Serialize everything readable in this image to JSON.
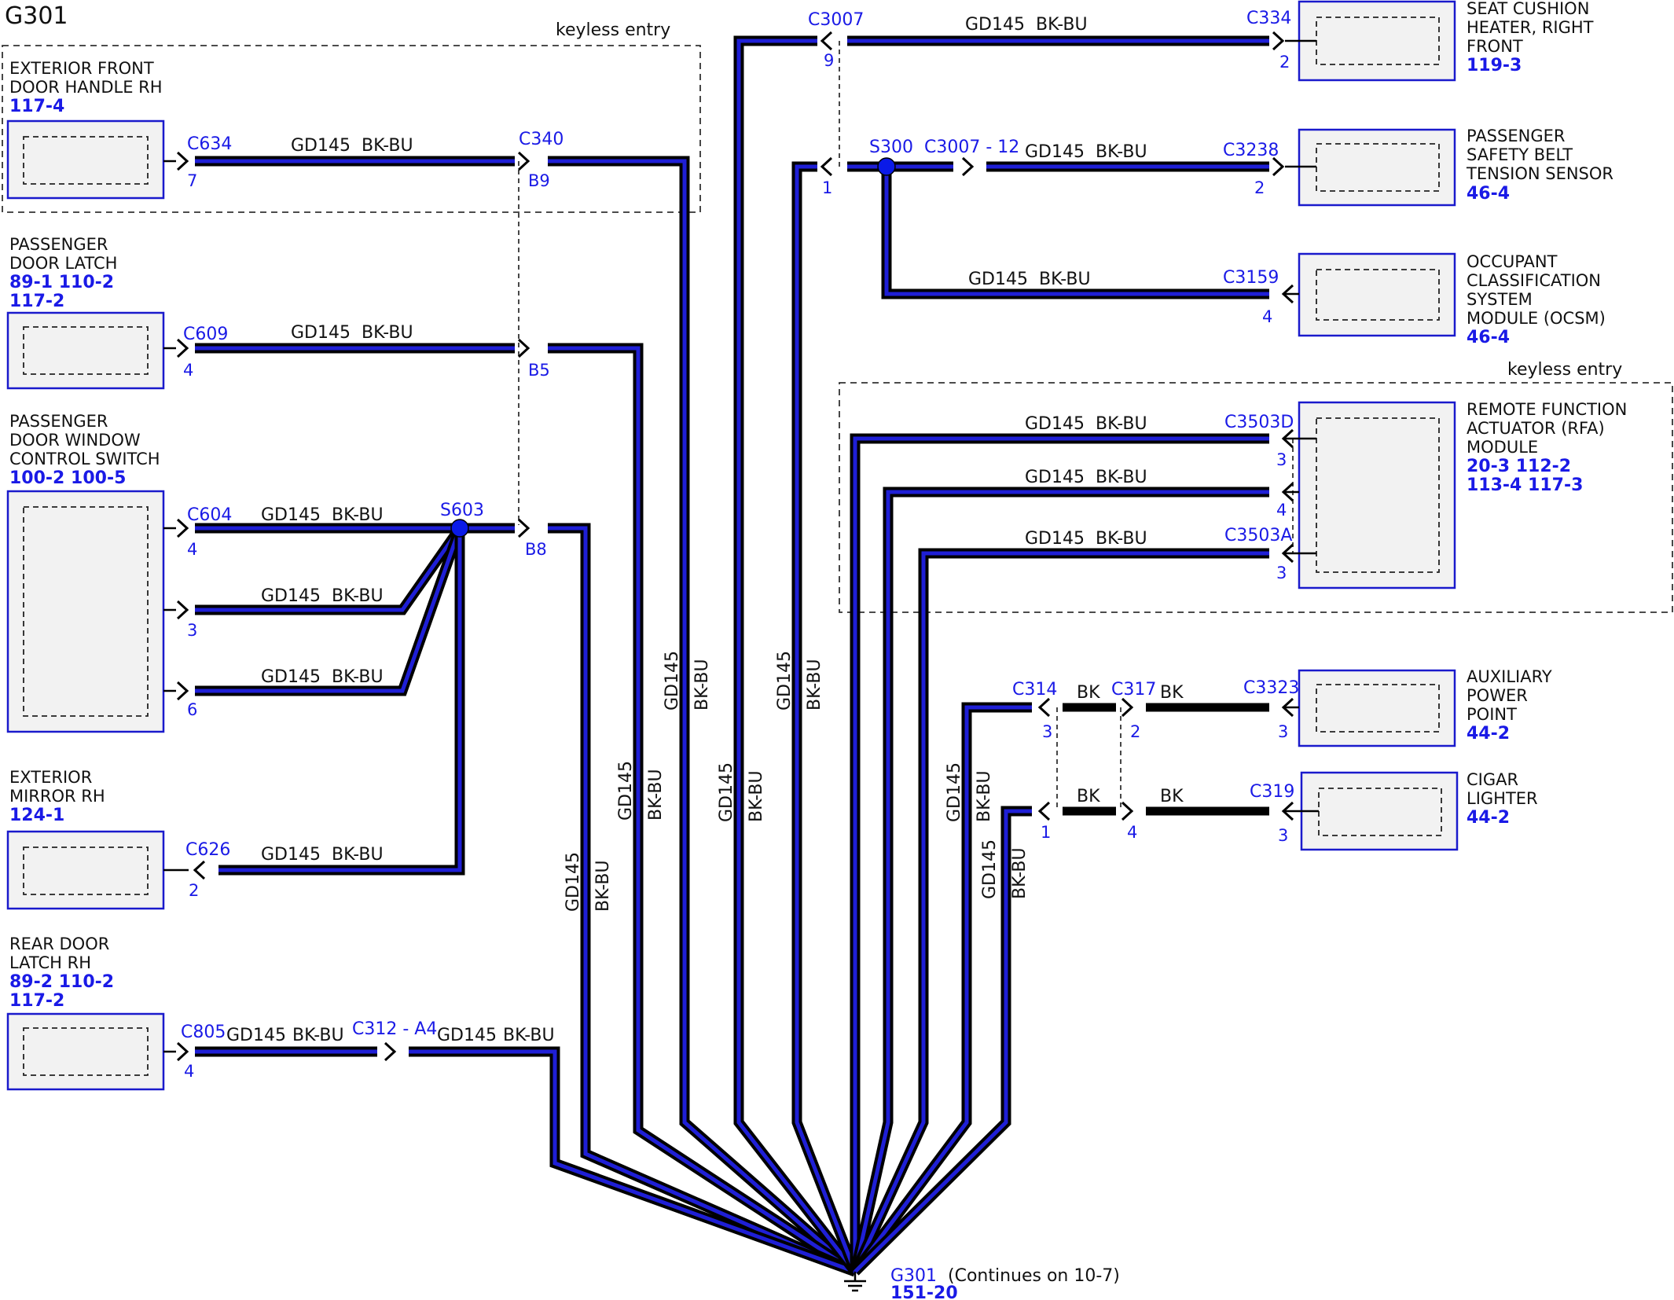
{
  "title": "G301",
  "regions": {
    "keyless1": "keyless entry",
    "keyless2": "keyless entry"
  },
  "wire": {
    "code": "GD145",
    "color": "BK-BU",
    "bk": "BK"
  },
  "components": {
    "ext_handle": {
      "name": [
        "EXTERIOR FRONT",
        "DOOR HANDLE RH"
      ],
      "refs": [
        "117-4"
      ]
    },
    "pass_latch": {
      "name": [
        "PASSENGER",
        "DOOR LATCH"
      ],
      "refs": [
        "89-1  110-2",
        "117-2"
      ]
    },
    "window_sw": {
      "name": [
        "PASSENGER",
        "DOOR WINDOW",
        "CONTROL SWITCH"
      ],
      "refs": [
        "100-2 100-5"
      ]
    },
    "mirror": {
      "name": [
        "EXTERIOR",
        "MIRROR RH"
      ],
      "refs": [
        "124-1"
      ]
    },
    "rear_latch": {
      "name": [
        "REAR DOOR",
        "LATCH RH"
      ],
      "refs": [
        "89-2  110-2",
        "117-2"
      ]
    },
    "seat_heater": {
      "name": [
        "SEAT CUSHION",
        "HEATER, RIGHT",
        "FRONT"
      ],
      "refs": [
        "119-3"
      ]
    },
    "belt_sensor": {
      "name": [
        "PASSENGER",
        "SAFETY BELT",
        "TENSION SENSOR"
      ],
      "refs": [
        "46-4"
      ]
    },
    "ocsm": {
      "name": [
        "OCCUPANT",
        "CLASSIFICATION",
        "SYSTEM",
        "MODULE (OCSM)"
      ],
      "refs": [
        "46-4"
      ]
    },
    "rfa": {
      "name": [
        "REMOTE FUNCTION",
        "ACTUATOR (RFA)",
        "MODULE"
      ],
      "refs": [
        "20-3   112-2",
        "113-4 117-3"
      ]
    },
    "aux_power": {
      "name": [
        "AUXILIARY",
        "POWER",
        "POINT"
      ],
      "refs": [
        "44-2"
      ]
    },
    "cigar": {
      "name": [
        "CIGAR",
        "LIGHTER"
      ],
      "refs": [
        "44-2"
      ]
    }
  },
  "connectors": {
    "c634": "C634",
    "c340": "C340",
    "c609": "C609",
    "c604": "C604",
    "c626": "C626",
    "c805": "C805",
    "c312": "C312 - A4",
    "c3007": "C3007",
    "c3007_12": "C3007 - 12",
    "c334": "C334",
    "c3238": "C3238",
    "c3159": "C3159",
    "c3503d": "C3503D",
    "c3503a": "C3503A",
    "c314": "C314",
    "c317": "C317",
    "c3323": "C3323",
    "c319": "C319"
  },
  "splices": {
    "s603": "S603",
    "s300": "S300"
  },
  "pins": {
    "c634": "7",
    "c340_a": "B9",
    "c340_b": "B5",
    "c340_c": "B8",
    "c609": "4",
    "c604_4": "4",
    "c604_3": "3",
    "c604_6": "6",
    "c626": "2",
    "c805": "4",
    "c3007_9": "9",
    "c3007_1": "1",
    "c334": "2",
    "c3238": "2",
    "c3159": "4",
    "rfa_3a": "3",
    "rfa_4": "4",
    "rfa_3b": "3",
    "c314_3": "3",
    "c314_1": "1",
    "c317_2": "2",
    "c317_4": "4",
    "c3323": "3",
    "c319": "3"
  },
  "ground": {
    "label": "G301",
    "note": "(Continues on 10-7)",
    "ref": "151-20"
  }
}
